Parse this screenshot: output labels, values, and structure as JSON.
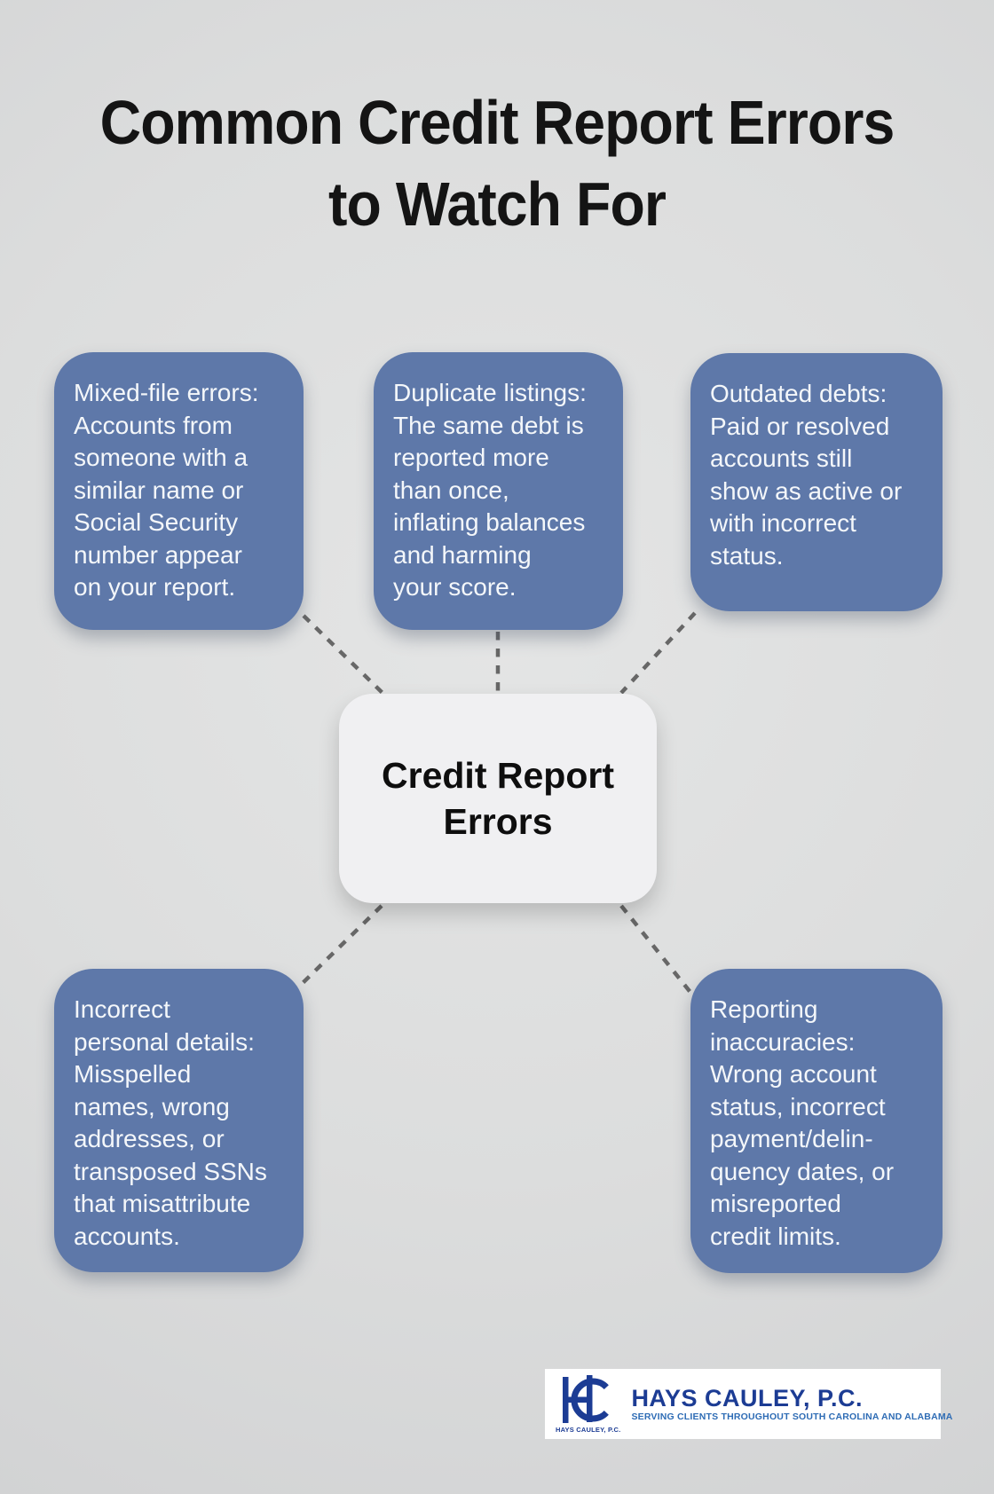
{
  "title": "Common Credit Report Errors\nto Watch For",
  "center": {
    "label": "Credit Report\nErrors"
  },
  "nodes": [
    {
      "id": "mixed-file-errors",
      "text": "Mixed-file errors:\nAccounts from\nsomeone with a\nsimilar name or\nSocial Security\nnumber appear\non your report."
    },
    {
      "id": "duplicate-listings",
      "text": "Duplicate listings:\nThe same debt is\nreported more\nthan once,\ninflating balances\nand harming\nyour score."
    },
    {
      "id": "outdated-debts",
      "text": "Outdated debts:\nPaid or resolved\naccounts still\nshow as active or\nwith incorrect\nstatus."
    },
    {
      "id": "incorrect-personal-details",
      "text": "Incorrect\npersonal details:\nMisspelled\nnames, wrong\naddresses, or\ntransposed SSNs\nthat misattribute\naccounts."
    },
    {
      "id": "reporting-inaccuracies",
      "text": "Reporting\ninaccuracies:\nWrong account\nstatus, incorrect\npayment/delin-\nquency dates, or\nmisreported\ncredit limits."
    }
  ],
  "logo": {
    "monogram": "HC",
    "caption": "HAYS CAULEY, P.C.",
    "name": "HAYS CAULEY, P.C.",
    "tagline": "SERVING CLIENTS THROUGHOUT SOUTH CAROLINA AND ALABAMA"
  },
  "colors": {
    "background": "#dcdddd",
    "node_fill": "#5e78a9",
    "node_text": "#f4f7fa",
    "center_fill": "#f0f0f2",
    "connector": "#676767",
    "title_text": "#141414",
    "logo_navy": "#1c3c94",
    "logo_blue": "#2e6cb5"
  }
}
